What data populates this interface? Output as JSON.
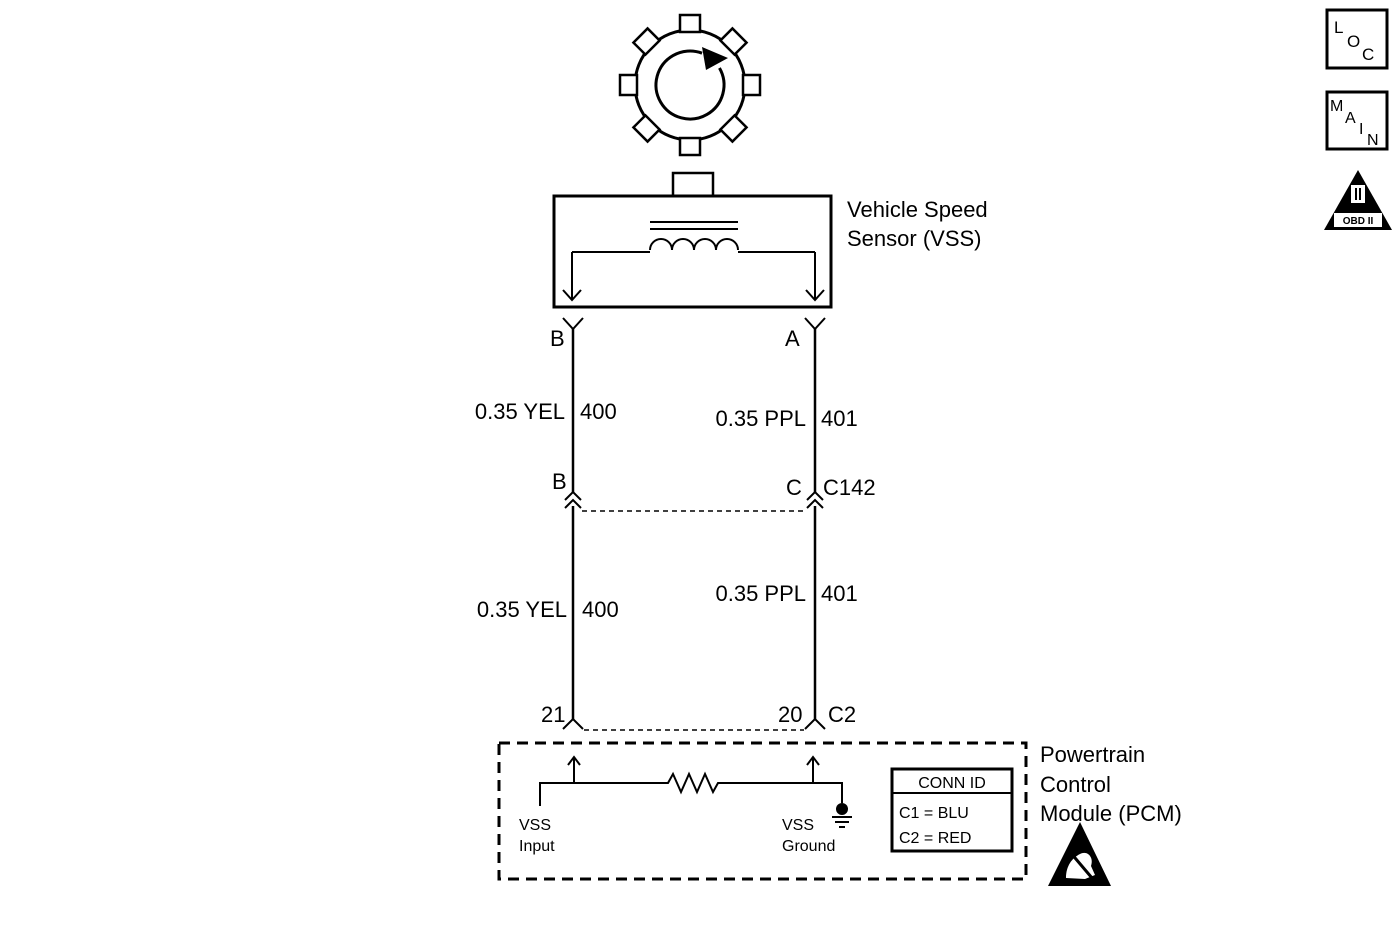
{
  "sensor": {
    "name_line1": "Vehicle Speed",
    "name_line2": "Sensor (VSS)",
    "pin_left": "B",
    "pin_right": "A"
  },
  "wires": {
    "upper_left": {
      "gauge_color": "0.35 YEL",
      "circuit": "400"
    },
    "upper_right": {
      "gauge_color": "0.35 PPL",
      "circuit": "401"
    },
    "lower_left": {
      "gauge_color": "0.35 YEL",
      "circuit": "400"
    },
    "lower_right": {
      "gauge_color": "0.35 PPL",
      "circuit": "401"
    }
  },
  "connector_c142": {
    "pin_left": "B",
    "pin_right": "C",
    "id": "C142"
  },
  "pcm_connector": {
    "pin_left": "21",
    "pin_right": "20",
    "id": "C2"
  },
  "pcm": {
    "name_line1": "Powertrain",
    "name_line2": "Control",
    "name_line3": "Module (PCM)",
    "vss_input_line1": "VSS",
    "vss_input_line2": "Input",
    "vss_ground_line1": "VSS",
    "vss_ground_line2": "Ground"
  },
  "conn_id": {
    "title": "CONN ID",
    "row1": "C1 = BLU",
    "row2": "C2 = RED"
  },
  "icons": {
    "loc": {
      "l1": "L",
      "l2": "O",
      "l3": "C",
      "name": "loc-icon"
    },
    "main": {
      "l1": "M",
      "l2": "A",
      "l3": "I",
      "l4": "N",
      "name": "main-icon"
    },
    "obd": {
      "top": "II",
      "label": "OBD II",
      "name": "obd-ii-icon"
    },
    "esd": {
      "name": "esd-sensitive-icon"
    }
  }
}
